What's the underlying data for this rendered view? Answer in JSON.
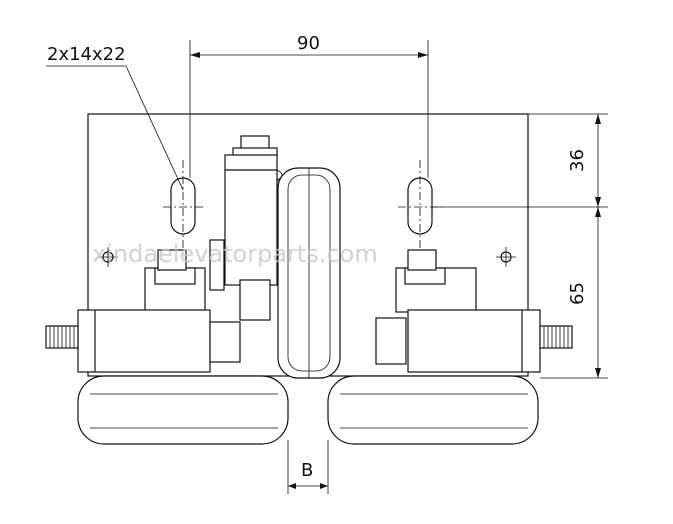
{
  "dimensions": {
    "slot": "2x14x22",
    "spacing": "90",
    "top_offset": "36",
    "vertical": "65",
    "gap": "B"
  },
  "watermark": "xindaelevatorparts.com"
}
